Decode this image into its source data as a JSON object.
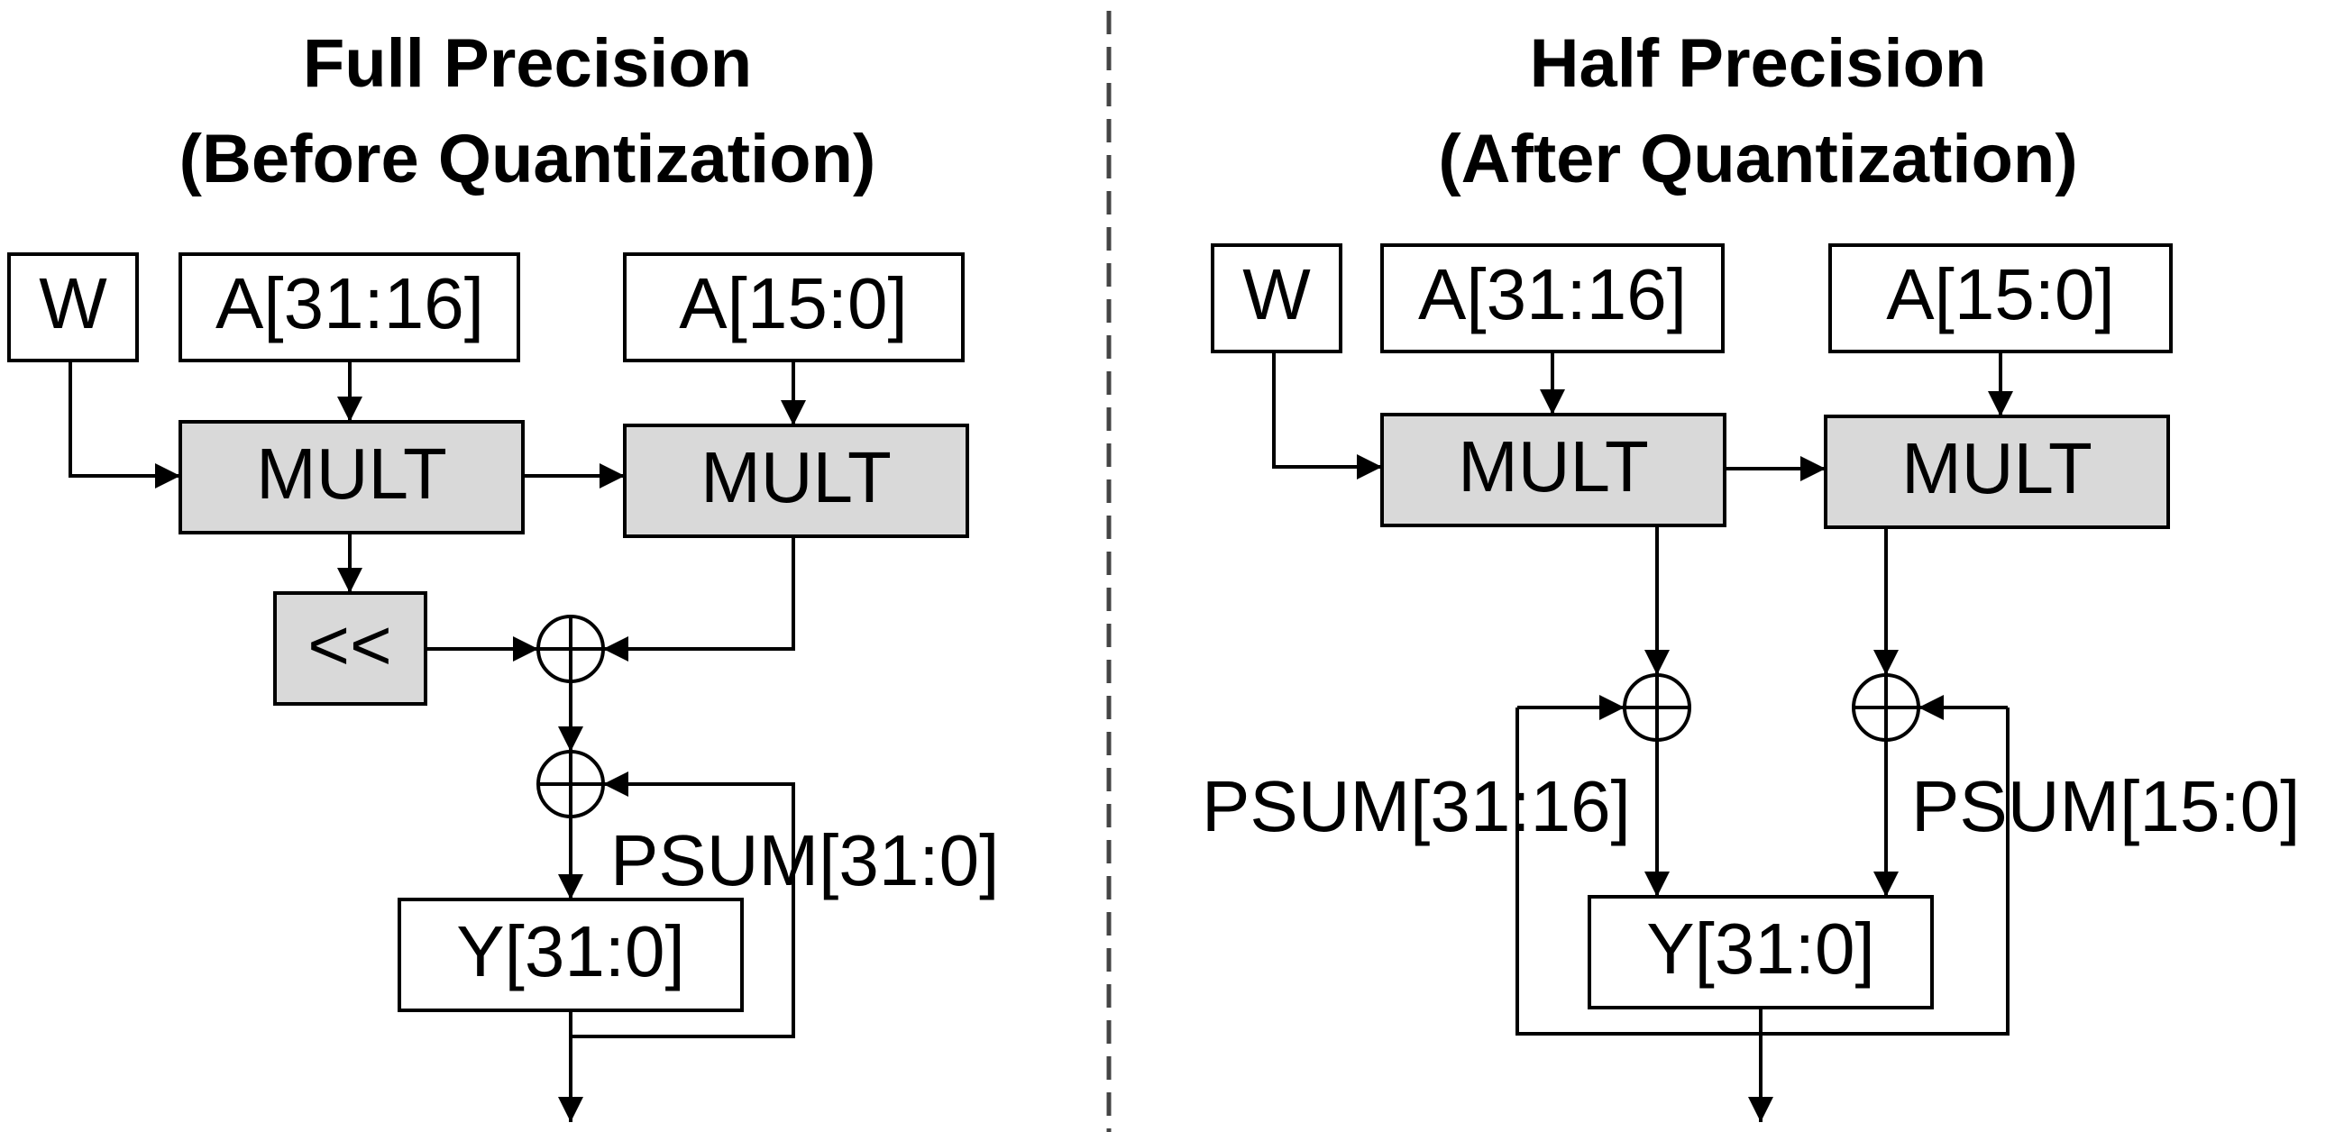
{
  "left": {
    "title_line1": "Full Precision",
    "title_line2": "(Before Quantization)",
    "w_label": "W",
    "a_high_label": "A[31:16]",
    "a_low_label": "A[15:0]",
    "mult1_label": "MULT",
    "mult2_label": "MULT",
    "shift_label": "<<",
    "psum_label": "PSUM[31:0]",
    "y_label": "Y[31:0]"
  },
  "right": {
    "title_line1": "Half Precision",
    "title_line2": "(After Quantization)",
    "w_label": "W",
    "a_high_label": "A[31:16]",
    "a_low_label": "A[15:0]",
    "mult1_label": "MULT",
    "mult2_label": "MULT",
    "psum_high_label": "PSUM[31:16]",
    "psum_low_label": "PSUM[15:0]",
    "y_label": "Y[31:0]"
  },
  "colors": {
    "mult_fill": "#d9d9d9",
    "line": "#000000"
  }
}
